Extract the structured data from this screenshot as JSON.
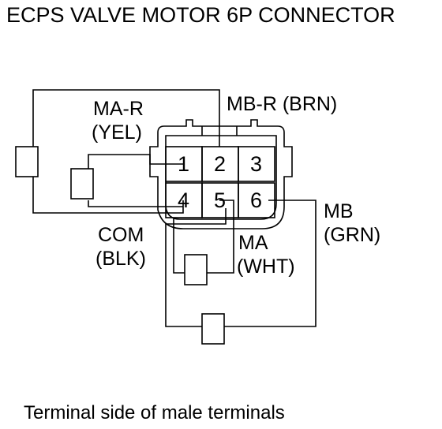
{
  "title": "ECPS VALVE MOTOR 6P CONNECTOR",
  "caption": "Terminal side of male terminals",
  "labels": {
    "ma_r": "MA-R",
    "ma_r_color": "(YEL)",
    "mb_r": "MB-R (BRN)",
    "com": "COM",
    "com_color": "(BLK)",
    "ma": "MA",
    "ma_color": "(WHT)",
    "mb": "MB",
    "mb_color": "(GRN)"
  },
  "terminals": [
    "1",
    "2",
    "3",
    "4",
    "5",
    "6"
  ]
}
